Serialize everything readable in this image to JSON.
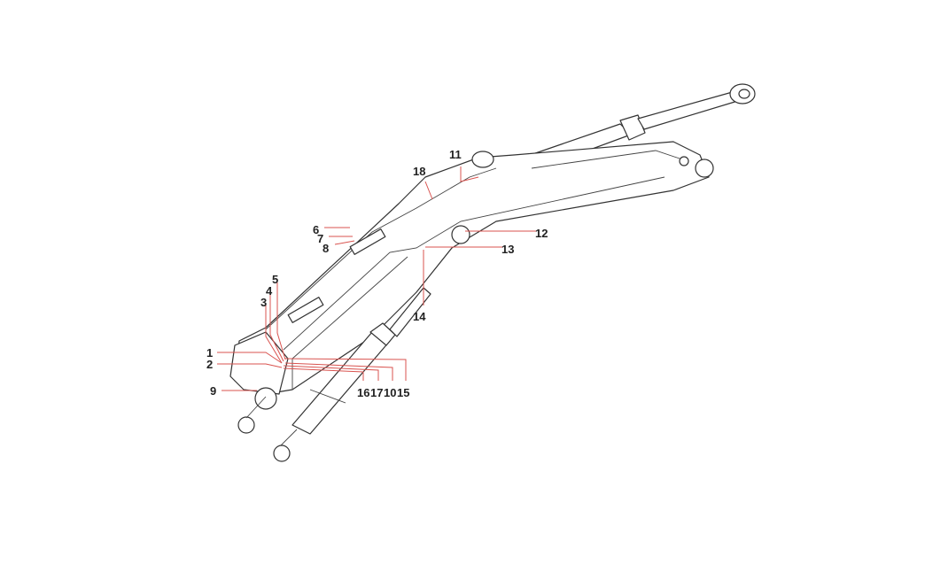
{
  "diagram": {
    "type": "exploded parts diagram (excavator boom)",
    "callouts": {
      "c1": "1",
      "c2": "2",
      "c3": "3",
      "c4": "4",
      "c5": "5",
      "c6": "6",
      "c7": "7",
      "c8": "8",
      "c9": "9",
      "c10": "10",
      "c11": "11",
      "c12": "12",
      "c13": "13",
      "c14": "14",
      "c15": "15",
      "c16": "16",
      "c17": "17",
      "c18": "18"
    },
    "colors": {
      "outline": "#333333",
      "leader": "#d9534f"
    }
  }
}
